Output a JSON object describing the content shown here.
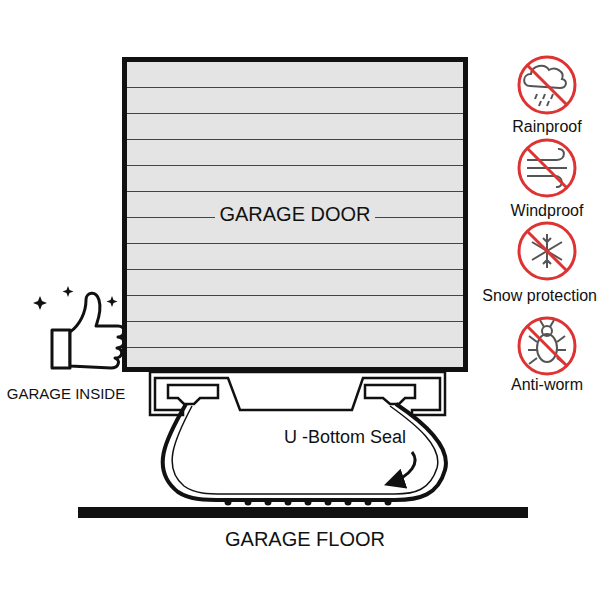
{
  "diagram": {
    "nodes": [
      {
        "text": [
          "GARAGE DOOR"
        ]
      }
    ],
    "labels": [
      "GARAGE INSIDE",
      "U -Bottom Seal",
      "GARAGE FLOOR",
      "Rainproof",
      "Windproof",
      "Snow protection",
      "Anti-worm"
    ]
  }
}
